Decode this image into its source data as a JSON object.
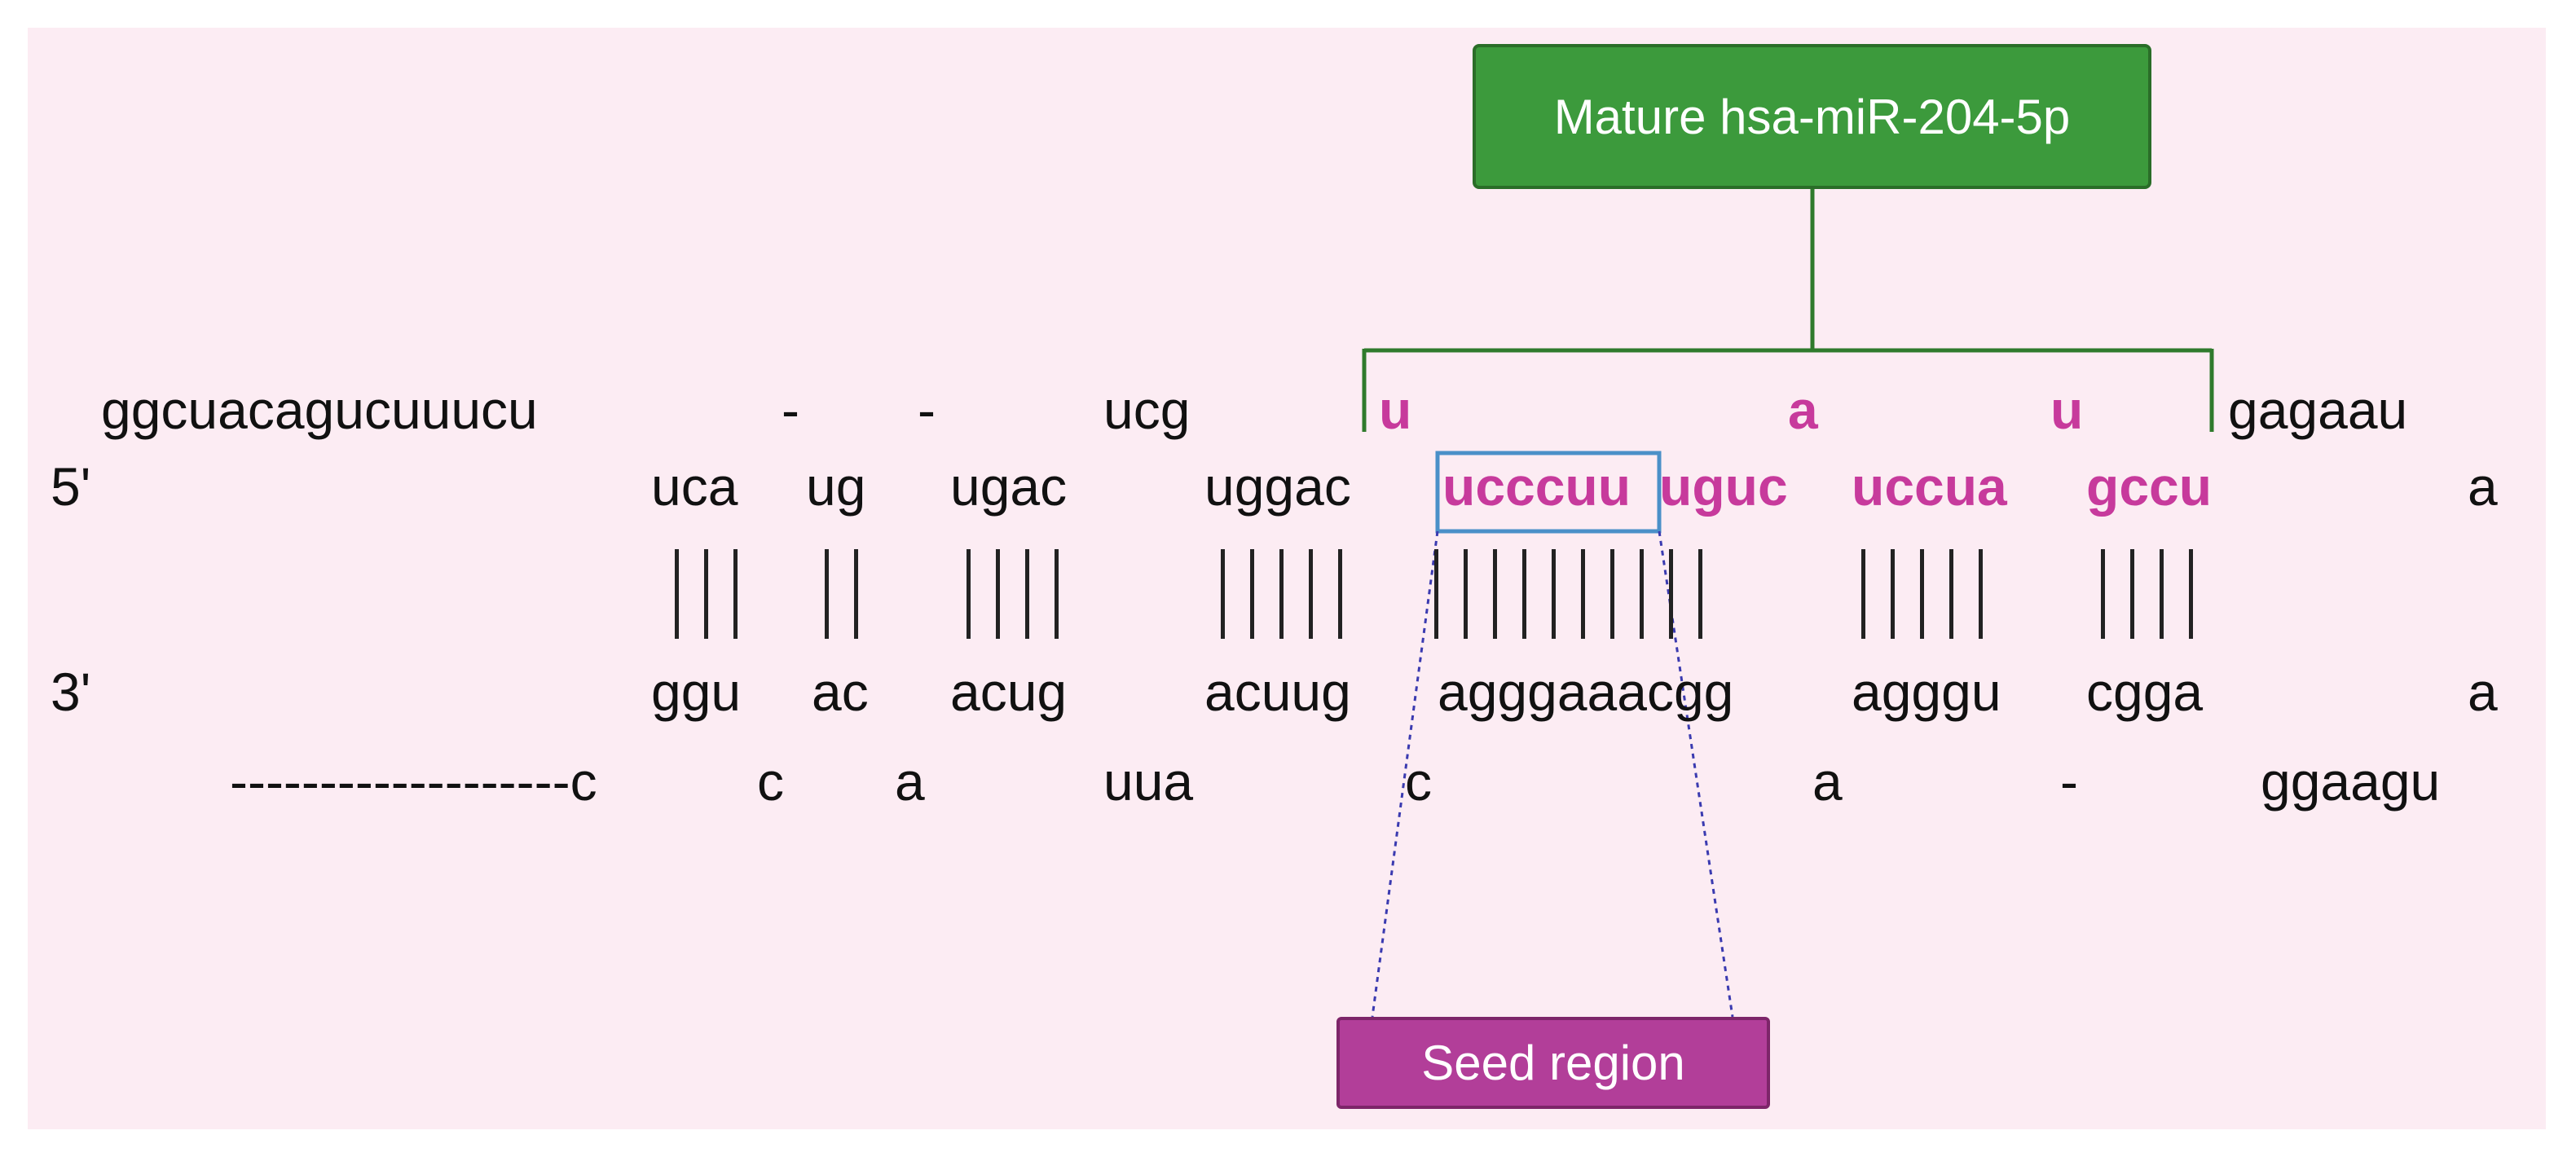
{
  "colors": {
    "background": "#fcecf3",
    "mature_fill": "#3c9a3c",
    "mature_line": "#2f7a2c",
    "seed_fill": "#b23e99",
    "seed_outline": "#4a90c8",
    "mature_nt": "#c73a9c"
  },
  "labels": {
    "mature": "Mature hsa-miR-204-5p",
    "seed": "Seed region",
    "five_prime": "5'",
    "three_prime": "3'"
  },
  "row1": {
    "s0": "ggcuacagucuuucu",
    "s1": "-",
    "s2": "-",
    "s3": "ucg",
    "s4": "u",
    "s5": "a",
    "s6": "u",
    "s7": "gagaau"
  },
  "row2": {
    "s0": "uca",
    "s1": "ug",
    "s2": "ugac",
    "s3": "uggac",
    "s4": "ucccuu",
    "s5": "uguc",
    "s6": "uccua",
    "s7": "gccu",
    "s8": "a"
  },
  "row4": {
    "s0": "ggu",
    "s1": "ac",
    "s2": "acug",
    "s3": "acuug",
    "s4": "agggaaacgg",
    "s5": "agggu",
    "s6": "cgga",
    "s7": "a"
  },
  "row5": {
    "s0": "-------------------c",
    "s1": "c",
    "s2": "a",
    "s3": "uua",
    "s4": "c",
    "s5": "a",
    "s6": "-",
    "s7": "ggaagu"
  }
}
